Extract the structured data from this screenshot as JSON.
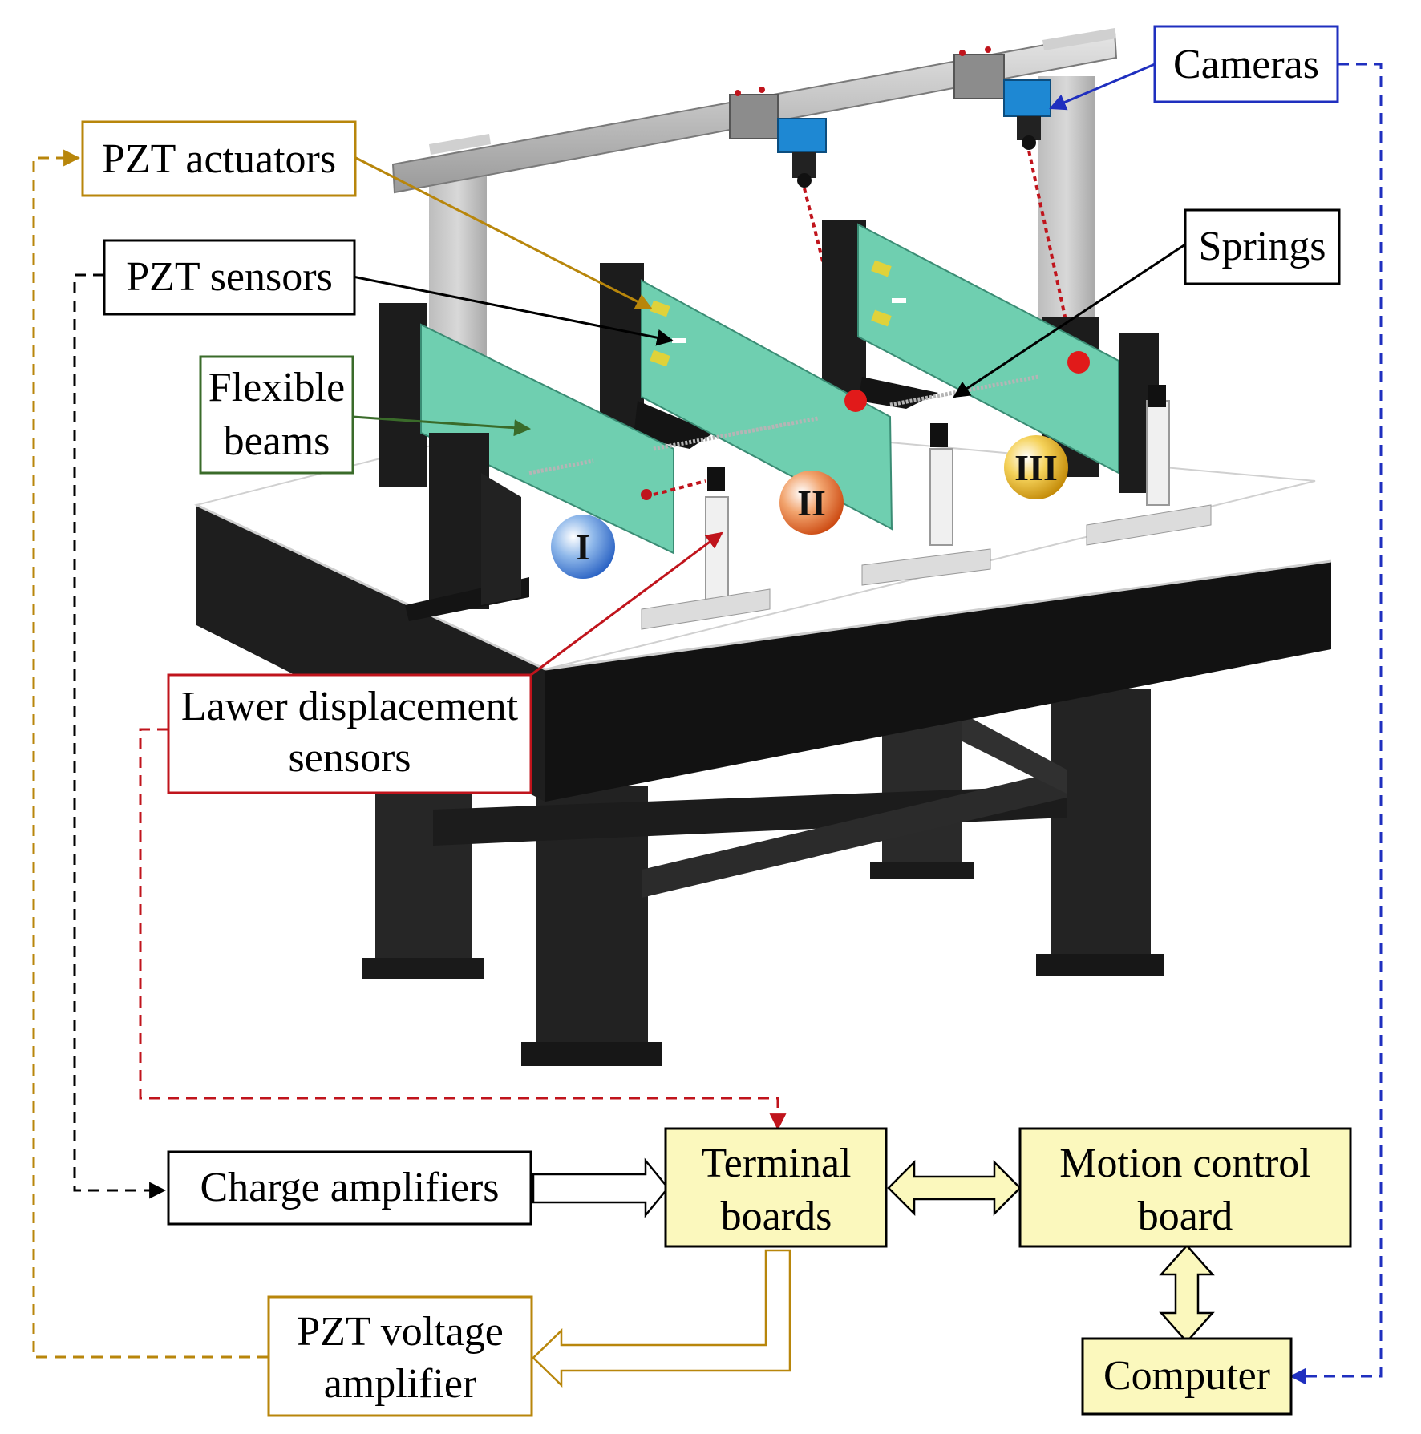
{
  "labels": {
    "pzt_actuators": "PZT actuators",
    "pzt_sensors": "PZT sensors",
    "flexible_beams_1": "Flexible",
    "flexible_beams_2": "beams",
    "cameras": "Cameras",
    "springs": "Springs",
    "laser_sensors_1": "Lawer displacement",
    "laser_sensors_2": "sensors",
    "charge_amplifiers": "Charge amplifiers",
    "terminal_boards_1": "Terminal",
    "terminal_boards_2": "boards",
    "motion_control_1": "Motion control",
    "motion_control_2": "board",
    "pzt_voltage_1": "PZT voltage",
    "pzt_voltage_2": "amplifier",
    "computer": "Computer"
  },
  "beam_markers": [
    "I",
    "II",
    "III"
  ],
  "colors": {
    "actuator_link": "#b8860b",
    "sensor_link": "#000000",
    "beam_link": "#3a6b2a",
    "camera_link": "#1f2fbf",
    "laser_link": "#c0141c",
    "board_fill": "#fbf8bd",
    "beam_green": "#6fcfb0",
    "table_black": "#1e1e1e"
  }
}
